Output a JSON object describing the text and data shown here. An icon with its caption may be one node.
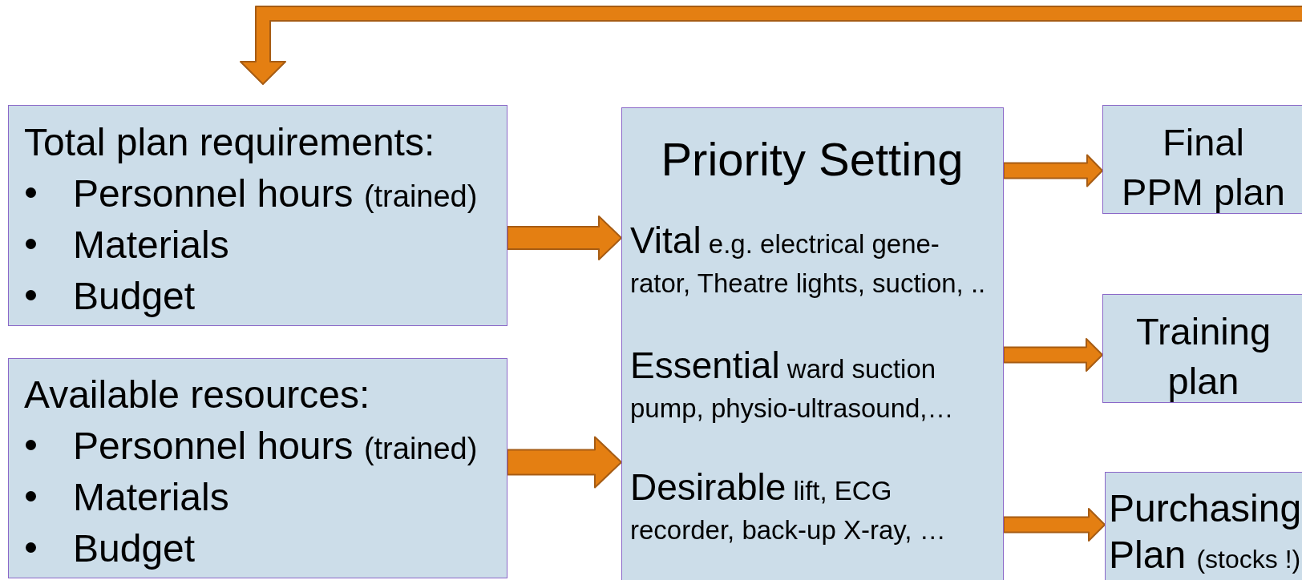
{
  "diagram": {
    "nodes": [
      {
        "text": [
          "Total plan requirements:",
          "Personnel hours (trained)",
          "Materials",
          "Budget"
        ]
      },
      {
        "text": [
          "Available resources:",
          "Personnel hours (trained)",
          "Materials",
          "Budget"
        ]
      },
      {
        "text": [
          "Priority Setting",
          "Vital e.g. electrical gene-rator, Theatre lights, suction, ..",
          "Essential ward suction pump, physio-ultrasound,…",
          "Desirable lift, ECG recorder, back-up X-ray, …"
        ]
      },
      {
        "text": [
          "Final PPM plan"
        ]
      },
      {
        "text": [
          "Training plan"
        ]
      },
      {
        "text": [
          "Purchasing Plan (stocks !)"
        ]
      }
    ],
    "edges": [
      {
        "from": null,
        "to": 0,
        "arrow": "to"
      },
      {
        "from": 0,
        "to": 2,
        "arrow": "to"
      },
      {
        "from": 1,
        "to": 2,
        "arrow": "to"
      },
      {
        "from": 2,
        "to": 3,
        "arrow": "to"
      },
      {
        "from": 2,
        "to": 4,
        "arrow": "to"
      },
      {
        "from": 2,
        "to": 5,
        "arrow": "to"
      }
    ]
  }
}
